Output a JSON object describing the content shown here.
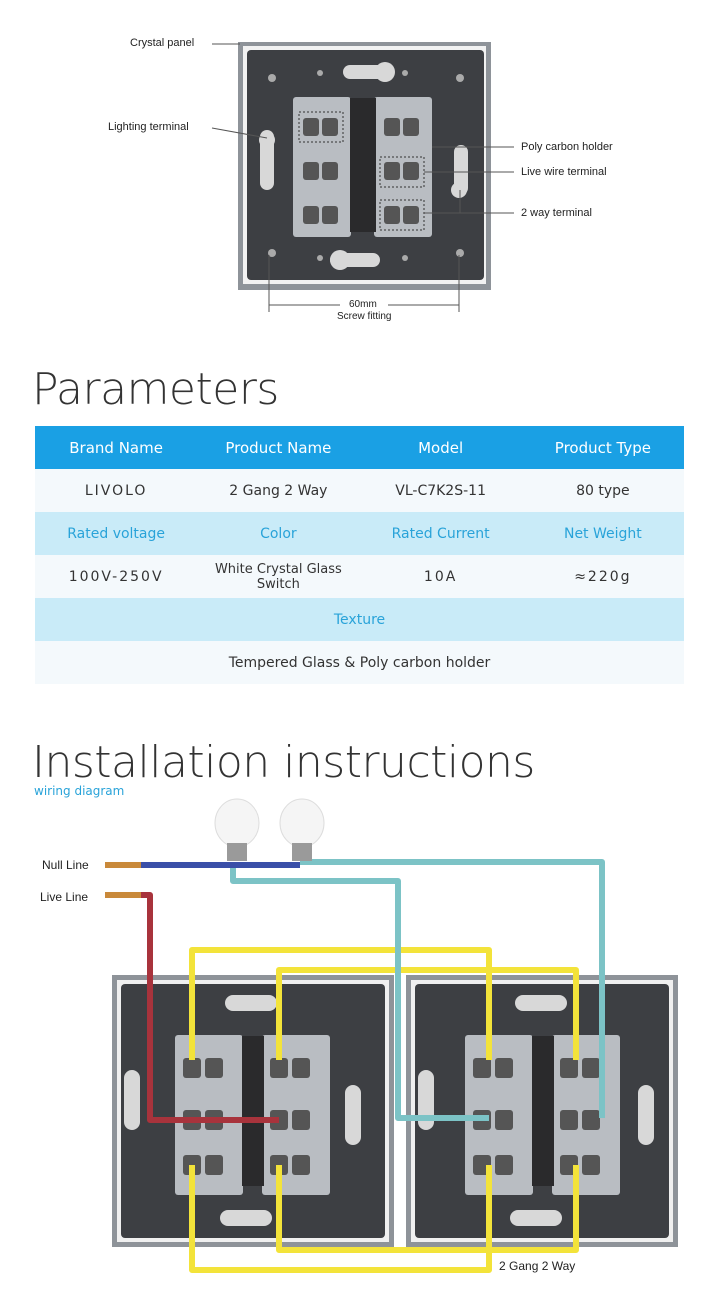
{
  "diagram_top": {
    "callouts": {
      "crystal_panel": "Crystal panel",
      "lighting_terminal": "Lighting terminal",
      "poly_carbon_holder": "Poly carbon holder",
      "live_wire_terminal": "Live wire terminal",
      "two_way_terminal": "2 way terminal"
    },
    "dimension": "60mm",
    "dimension_note": "Screw fitting"
  },
  "parameters": {
    "title": "Parameters",
    "header": [
      "Brand Name",
      "Product Name",
      "Model",
      "Product Type"
    ],
    "values": [
      "LIVOLO",
      "2 Gang 2 Way",
      "VL-C7K2S-11",
      "80 type"
    ],
    "labels2": [
      "Rated voltage",
      "Color",
      "Rated Current",
      "Net Weight"
    ],
    "values2": [
      "100V-250V",
      "White Crystal Glass Switch",
      "10A",
      "≈220g"
    ],
    "texture_label": "Texture",
    "texture_value": "Tempered Glass & Poly carbon holder"
  },
  "installation": {
    "title": "Installation instructions",
    "subtitle": "wiring diagram",
    "null_line": "Null Line",
    "live_line": "Live Line",
    "switch_label": "2 Gang 2 Way"
  },
  "colors": {
    "header_blue": "#1aa0e4",
    "label_blue": "#29a3d9",
    "label_bg": "#c9ebf8",
    "wire_blue": "#3a4fa8",
    "wire_red": "#a8333c",
    "wire_teal": "#7cc3c6",
    "wire_yellow": "#f3e33a"
  }
}
